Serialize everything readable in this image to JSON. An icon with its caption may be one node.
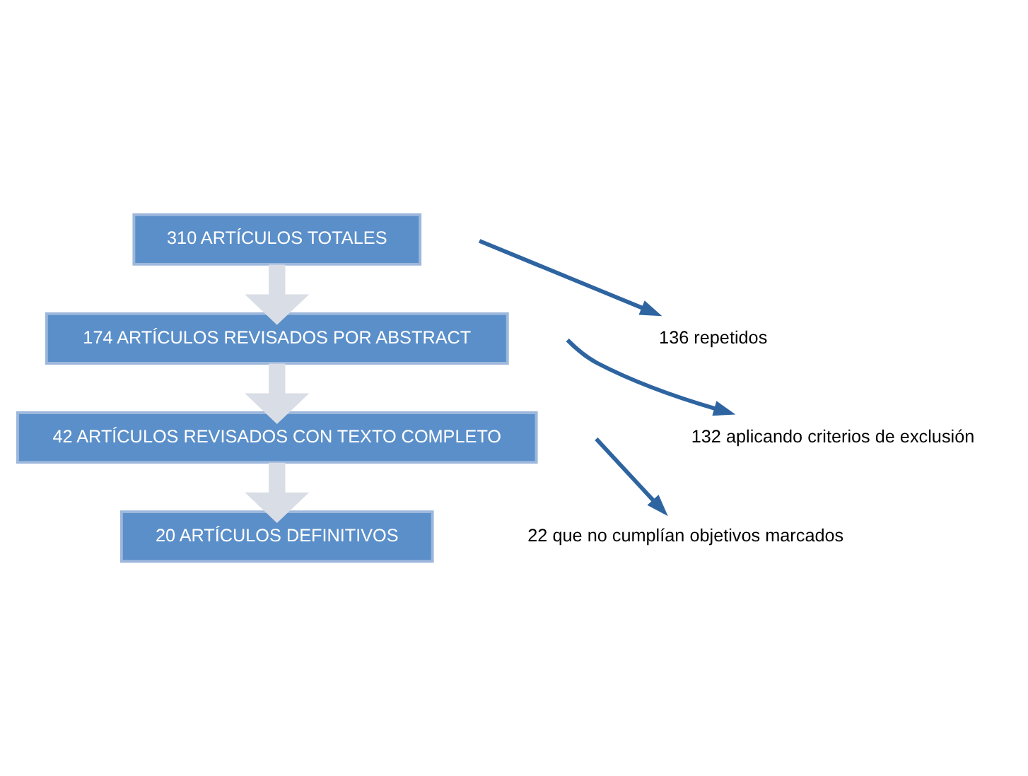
{
  "diagram": {
    "nodes": [
      {
        "text": [
          "310 ARTÍCULOS TOTALES"
        ]
      },
      {
        "text": [
          "174 ARTÍCULOS REVISADOS POR ABSTRACT"
        ]
      },
      {
        "text": [
          "42 ARTÍCULOS REVISADOS CON TEXTO COMPLETO"
        ]
      },
      {
        "text": [
          "20 ARTÍCULOS DEFINITIVOS"
        ]
      },
      {
        "text": [
          "136 repetidos"
        ]
      },
      {
        "text": [
          "132 aplicando criterios de exclusión"
        ]
      },
      {
        "text": [
          "22 que no cumplían objetivos marcados"
        ]
      }
    ],
    "edges": [
      {
        "from": 0,
        "to": 1,
        "arrow": "to",
        "style": "thick",
        "color": "#d9dde6"
      },
      {
        "from": null,
        "to": 4,
        "arrow": "to",
        "color": "#2e64a0"
      },
      {
        "from": 1,
        "to": 2,
        "arrow": "to",
        "style": "thick",
        "color": "#d9dde6"
      },
      {
        "from": null,
        "to": 5,
        "arrow": "to",
        "color": "#2e64a0"
      },
      {
        "from": 2,
        "to": 3,
        "arrow": "to",
        "style": "thick",
        "color": "#d9dde6"
      },
      {
        "from": null,
        "to": 6,
        "arrow": "to",
        "color": "#2e64a0"
      }
    ]
  }
}
